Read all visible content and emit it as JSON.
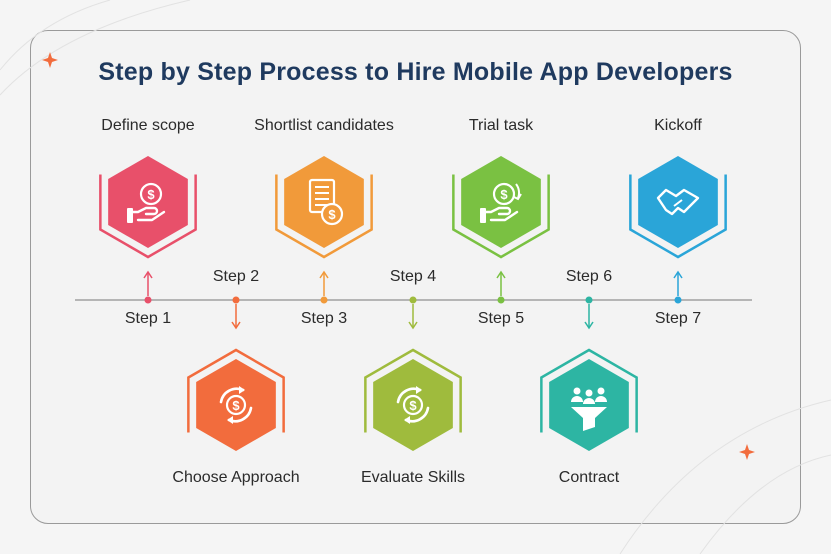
{
  "title": "Step by Step Process to Hire Mobile App Developers",
  "steps": [
    {
      "step": "Step 1",
      "name": "Define scope",
      "color": "#e8506a",
      "icon": "hand-coin-icon"
    },
    {
      "step": "Step 2",
      "name": "Choose Approach",
      "color": "#f26c3d",
      "icon": "coin-cycle-icon"
    },
    {
      "step": "Step 3",
      "name": "Shortlist candidates",
      "color": "#f19a3a",
      "icon": "document-coin-icon"
    },
    {
      "step": "Step 4",
      "name": "Evaluate Skills",
      "color": "#9fbb3d",
      "icon": "coin-refresh-icon"
    },
    {
      "step": "Step 5",
      "name": "Trial task",
      "color": "#7ac142",
      "icon": "hand-coin-arrow-icon"
    },
    {
      "step": "Step 6",
      "name": "Contract",
      "color": "#2db5a3",
      "icon": "people-funnel-icon"
    },
    {
      "step": "Step 7",
      "name": "Kickoff",
      "color": "#2aa5d8",
      "icon": "handshake-icon"
    }
  ]
}
